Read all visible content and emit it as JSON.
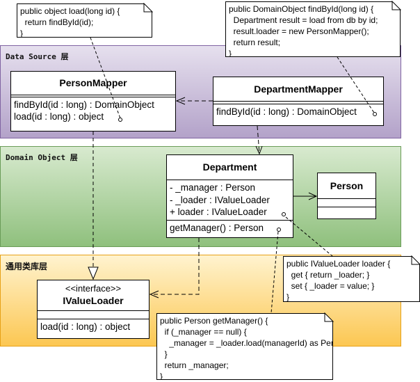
{
  "layers": {
    "data_source": {
      "title": "Data Source 层",
      "color": "#8064a2"
    },
    "domain_object": {
      "title": "Domain Object 层",
      "color": "#6a9c58"
    },
    "library": {
      "title": "通用类库层",
      "color": "#e6a117"
    }
  },
  "classes": {
    "person_mapper": {
      "name": "PersonMapper",
      "methods": [
        "findById(id : long) : DomainObject",
        "load(id : long) : object"
      ]
    },
    "department_mapper": {
      "name": "DepartmentMapper",
      "methods": [
        "findById(id : long) : DomainObject"
      ]
    },
    "department": {
      "name": "Department",
      "attributes": [
        "- _manager : Person",
        "- _loader : IValueLoader",
        "+ loader : IValueLoader"
      ],
      "methods": [
        "getManager() : Person"
      ]
    },
    "person": {
      "name": "Person"
    },
    "ivalueloader": {
      "stereotype": "<<interface>>",
      "name": "IValueLoader",
      "methods": [
        "load(id : long) : object"
      ]
    }
  },
  "notes": {
    "load": "public object load(long id) {\n  return findById(id);\n}",
    "find_by_id": "public DomainObject findById(long id) {\n  Department result = load from db by id;\n  result.loader = new PersonMapper();\n  return result;\n}",
    "loader_property": "public IValueLoader loader {\n  get { return _loader; }\n  set { _loader = value; }\n}",
    "get_manager": "public Person getManager() {\n  if (_manager == null) {\n    _manager = _loader.load(managerId) as Person;\n  }\n  return _manager;\n}"
  }
}
